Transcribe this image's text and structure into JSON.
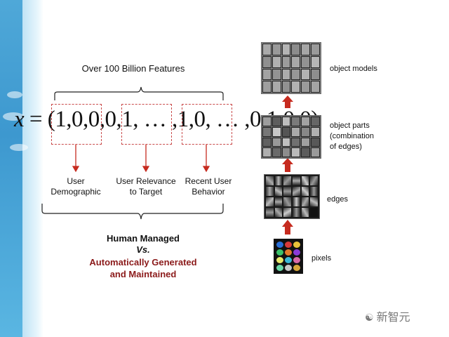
{
  "top_label": "Over 100 Billion Features",
  "formula": {
    "var": "x",
    "eq": " = (",
    "seg1": "1,0,0,0",
    "mid1": ",1, … ,",
    "seg2": "1,0",
    "mid2": ", … ,",
    "seg3": "0,1,0,0",
    "close": ")"
  },
  "feature_groups": [
    {
      "line1": "User",
      "line2": "Demographic"
    },
    {
      "line1": "User Relevance",
      "line2": "to Target"
    },
    {
      "line1": "Recent User",
      "line2": "Behavior"
    }
  ],
  "bottom": {
    "line1": "Human Managed",
    "line2": "Vs.",
    "line3": "Automatically Generated",
    "line4": "and Maintained"
  },
  "layers": [
    {
      "label": "object models"
    },
    {
      "label_lines": [
        "object parts",
        "(combination",
        "of edges)"
      ]
    },
    {
      "label": "edges"
    },
    {
      "label": "pixels"
    }
  ],
  "colors": {
    "arrow": "#c62b1f",
    "dash": "#c94a4a",
    "accent_text": "#8b1a1a"
  },
  "watermark": "新智元"
}
